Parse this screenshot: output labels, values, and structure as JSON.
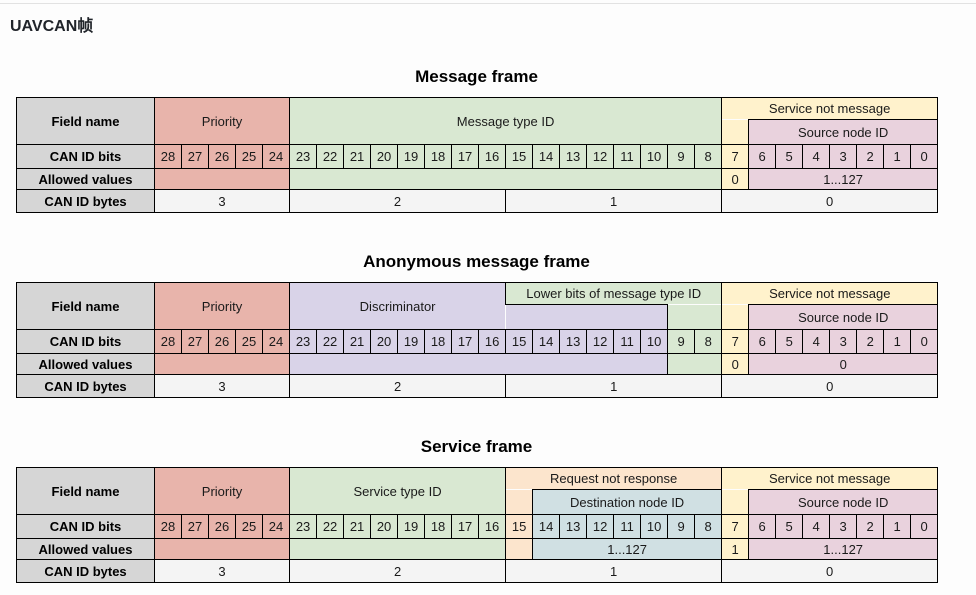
{
  "page": {
    "title": "UAVCAN帧"
  },
  "colors": {
    "label": "#d6d6d6",
    "red": "#e8b4ab",
    "green": "#d9e8d2",
    "yellow": "#fff2cc",
    "purple": "#d9d3e8",
    "pink": "#e9d2dd",
    "orange": "#fce5cd",
    "blue": "#d0e0e3",
    "bytes": "#f4f4f4",
    "border": "#000000"
  },
  "tables": [
    {
      "title": "Message frame",
      "bits_label": "CAN ID bits",
      "field_top": [
        {
          "text": "Field name",
          "color": "label",
          "rowspan": 2,
          "colspan": 1,
          "bold": true,
          "name": "row-label-field-name"
        },
        {
          "text": "Priority",
          "color": "red",
          "rowspan": 2,
          "colspan": 5,
          "name": "field-priority"
        },
        {
          "text": "Message type ID",
          "color": "green",
          "rowspan": 2,
          "colspan": 16,
          "name": "field-message-type-id"
        },
        {
          "text": "Service not message",
          "color": "yellow",
          "colspan": 8,
          "name": "field-service-not-message"
        }
      ],
      "field_bottom": [
        {
          "text": "",
          "color": "yellow",
          "colspan": 1,
          "hide_top": true,
          "name": "field-service-not-message-bit7"
        },
        {
          "text": "Source node ID",
          "color": "pink",
          "colspan": 7,
          "name": "field-source-node-id"
        }
      ],
      "bit_segments": [
        {
          "start": 28,
          "end": 24,
          "color": "red"
        },
        {
          "start": 23,
          "end": 8,
          "color": "green"
        },
        {
          "start": 7,
          "end": 7,
          "color": "yellow"
        },
        {
          "start": 6,
          "end": 0,
          "color": "pink"
        }
      ],
      "allowed": [
        {
          "text": "Allowed values",
          "color": "label",
          "colspan": 1,
          "bold": true,
          "name": "row-label-allowed-values"
        },
        {
          "text": "",
          "color": "red",
          "colspan": 5,
          "name": "allowed-priority"
        },
        {
          "text": "",
          "color": "green",
          "colspan": 16,
          "name": "allowed-message-type-id"
        },
        {
          "text": "0",
          "color": "yellow",
          "colspan": 1,
          "name": "allowed-service-not-message"
        },
        {
          "text": "1...127",
          "color": "pink",
          "colspan": 7,
          "name": "allowed-source-node-id"
        }
      ],
      "bytes": [
        {
          "text": "CAN ID bytes",
          "color": "label",
          "colspan": 1,
          "bold": true,
          "name": "row-label-can-id-bytes"
        },
        {
          "text": "3",
          "color": "bytes",
          "colspan": 5,
          "name": "byte-3"
        },
        {
          "text": "2",
          "color": "bytes",
          "colspan": 8,
          "name": "byte-2"
        },
        {
          "text": "1",
          "color": "bytes",
          "colspan": 8,
          "name": "byte-1"
        },
        {
          "text": "0",
          "color": "bytes",
          "colspan": 8,
          "name": "byte-0"
        }
      ]
    },
    {
      "title": "Anonymous message frame",
      "bits_label": "CAN ID bits",
      "field_top": [
        {
          "text": "Field name",
          "color": "label",
          "rowspan": 2,
          "colspan": 1,
          "bold": true,
          "name": "row-label-field-name"
        },
        {
          "text": "Priority",
          "color": "red",
          "rowspan": 2,
          "colspan": 5,
          "name": "field-priority"
        },
        {
          "text": "Discriminator",
          "color": "purple",
          "rowspan": 2,
          "colspan": 8,
          "name": "field-discriminator"
        },
        {
          "text": "Lower bits of message type ID",
          "color": "green",
          "colspan": 8,
          "name": "field-lower-bits-of-message-type-id"
        },
        {
          "text": "Service not message",
          "color": "yellow",
          "colspan": 8,
          "name": "field-service-not-message"
        }
      ],
      "field_bottom": [
        {
          "text": "",
          "color": "purple",
          "colspan": 6,
          "hide_left": true,
          "name": "field-discriminator-lower-bits"
        },
        {
          "text": "",
          "color": "green",
          "colspan": 2,
          "hide_top": true,
          "name": "field-lower-bits-tail"
        },
        {
          "text": "",
          "color": "yellow",
          "colspan": 1,
          "hide_top": true,
          "name": "field-service-not-message-bit7"
        },
        {
          "text": "Source node ID",
          "color": "pink",
          "colspan": 7,
          "name": "field-source-node-id"
        }
      ],
      "bit_segments": [
        {
          "start": 28,
          "end": 24,
          "color": "red"
        },
        {
          "start": 23,
          "end": 10,
          "color": "purple"
        },
        {
          "start": 9,
          "end": 8,
          "color": "green"
        },
        {
          "start": 7,
          "end": 7,
          "color": "yellow"
        },
        {
          "start": 6,
          "end": 0,
          "color": "pink"
        }
      ],
      "allowed": [
        {
          "text": "Allowed values",
          "color": "label",
          "colspan": 1,
          "bold": true,
          "name": "row-label-allowed-values"
        },
        {
          "text": "",
          "color": "red",
          "colspan": 5,
          "name": "allowed-priority"
        },
        {
          "text": "",
          "color": "purple",
          "colspan": 14,
          "name": "allowed-discriminator"
        },
        {
          "text": "",
          "color": "green",
          "colspan": 2,
          "name": "allowed-lower-bits"
        },
        {
          "text": "0",
          "color": "yellow",
          "colspan": 1,
          "name": "allowed-service-not-message"
        },
        {
          "text": "0",
          "color": "pink",
          "colspan": 7,
          "name": "allowed-source-node-id"
        }
      ],
      "bytes": [
        {
          "text": "CAN ID bytes",
          "color": "label",
          "colspan": 1,
          "bold": true,
          "name": "row-label-can-id-bytes"
        },
        {
          "text": "3",
          "color": "bytes",
          "colspan": 5,
          "name": "byte-3"
        },
        {
          "text": "2",
          "color": "bytes",
          "colspan": 8,
          "name": "byte-2"
        },
        {
          "text": "1",
          "color": "bytes",
          "colspan": 8,
          "name": "byte-1"
        },
        {
          "text": "0",
          "color": "bytes",
          "colspan": 8,
          "name": "byte-0"
        }
      ]
    },
    {
      "title": "Service frame",
      "bits_label": "CAN ID bits",
      "field_top": [
        {
          "text": "Field name",
          "color": "label",
          "rowspan": 2,
          "colspan": 1,
          "bold": true,
          "name": "row-label-field-name"
        },
        {
          "text": "Priority",
          "color": "red",
          "rowspan": 2,
          "colspan": 5,
          "name": "field-priority"
        },
        {
          "text": "Service type ID",
          "color": "green",
          "rowspan": 2,
          "colspan": 8,
          "name": "field-service-type-id"
        },
        {
          "text": "Request not response",
          "color": "orange",
          "colspan": 8,
          "name": "field-request-not-response"
        },
        {
          "text": "Service not message",
          "color": "yellow",
          "colspan": 8,
          "name": "field-service-not-message"
        }
      ],
      "field_bottom": [
        {
          "text": "",
          "color": "orange",
          "colspan": 1,
          "hide_top": true,
          "name": "field-request-not-response-bit15"
        },
        {
          "text": "Destination node ID",
          "color": "blue",
          "colspan": 7,
          "name": "field-destination-node-id"
        },
        {
          "text": "",
          "color": "yellow",
          "colspan": 1,
          "hide_top": true,
          "name": "field-service-not-message-bit7"
        },
        {
          "text": "Source node ID",
          "color": "pink",
          "colspan": 7,
          "name": "field-source-node-id"
        }
      ],
      "bit_segments": [
        {
          "start": 28,
          "end": 24,
          "color": "red"
        },
        {
          "start": 23,
          "end": 16,
          "color": "green"
        },
        {
          "start": 15,
          "end": 15,
          "color": "orange"
        },
        {
          "start": 14,
          "end": 8,
          "color": "blue"
        },
        {
          "start": 7,
          "end": 7,
          "color": "yellow"
        },
        {
          "start": 6,
          "end": 0,
          "color": "pink"
        }
      ],
      "allowed": [
        {
          "text": "Allowed values",
          "color": "label",
          "colspan": 1,
          "bold": true,
          "name": "row-label-allowed-values"
        },
        {
          "text": "",
          "color": "red",
          "colspan": 5,
          "name": "allowed-priority"
        },
        {
          "text": "",
          "color": "green",
          "colspan": 8,
          "name": "allowed-service-type-id"
        },
        {
          "text": "",
          "color": "orange",
          "colspan": 1,
          "name": "allowed-request-not-response"
        },
        {
          "text": "1...127",
          "color": "blue",
          "colspan": 7,
          "name": "allowed-destination-node-id"
        },
        {
          "text": "1",
          "color": "yellow",
          "colspan": 1,
          "name": "allowed-service-not-message"
        },
        {
          "text": "1...127",
          "color": "pink",
          "colspan": 7,
          "name": "allowed-source-node-id"
        }
      ],
      "bytes": [
        {
          "text": "CAN ID bytes",
          "color": "label",
          "colspan": 1,
          "bold": true,
          "name": "row-label-can-id-bytes"
        },
        {
          "text": "3",
          "color": "bytes",
          "colspan": 5,
          "name": "byte-3"
        },
        {
          "text": "2",
          "color": "bytes",
          "colspan": 8,
          "name": "byte-2"
        },
        {
          "text": "1",
          "color": "bytes",
          "colspan": 8,
          "name": "byte-1"
        },
        {
          "text": "0",
          "color": "bytes",
          "colspan": 8,
          "name": "byte-0"
        }
      ]
    }
  ]
}
